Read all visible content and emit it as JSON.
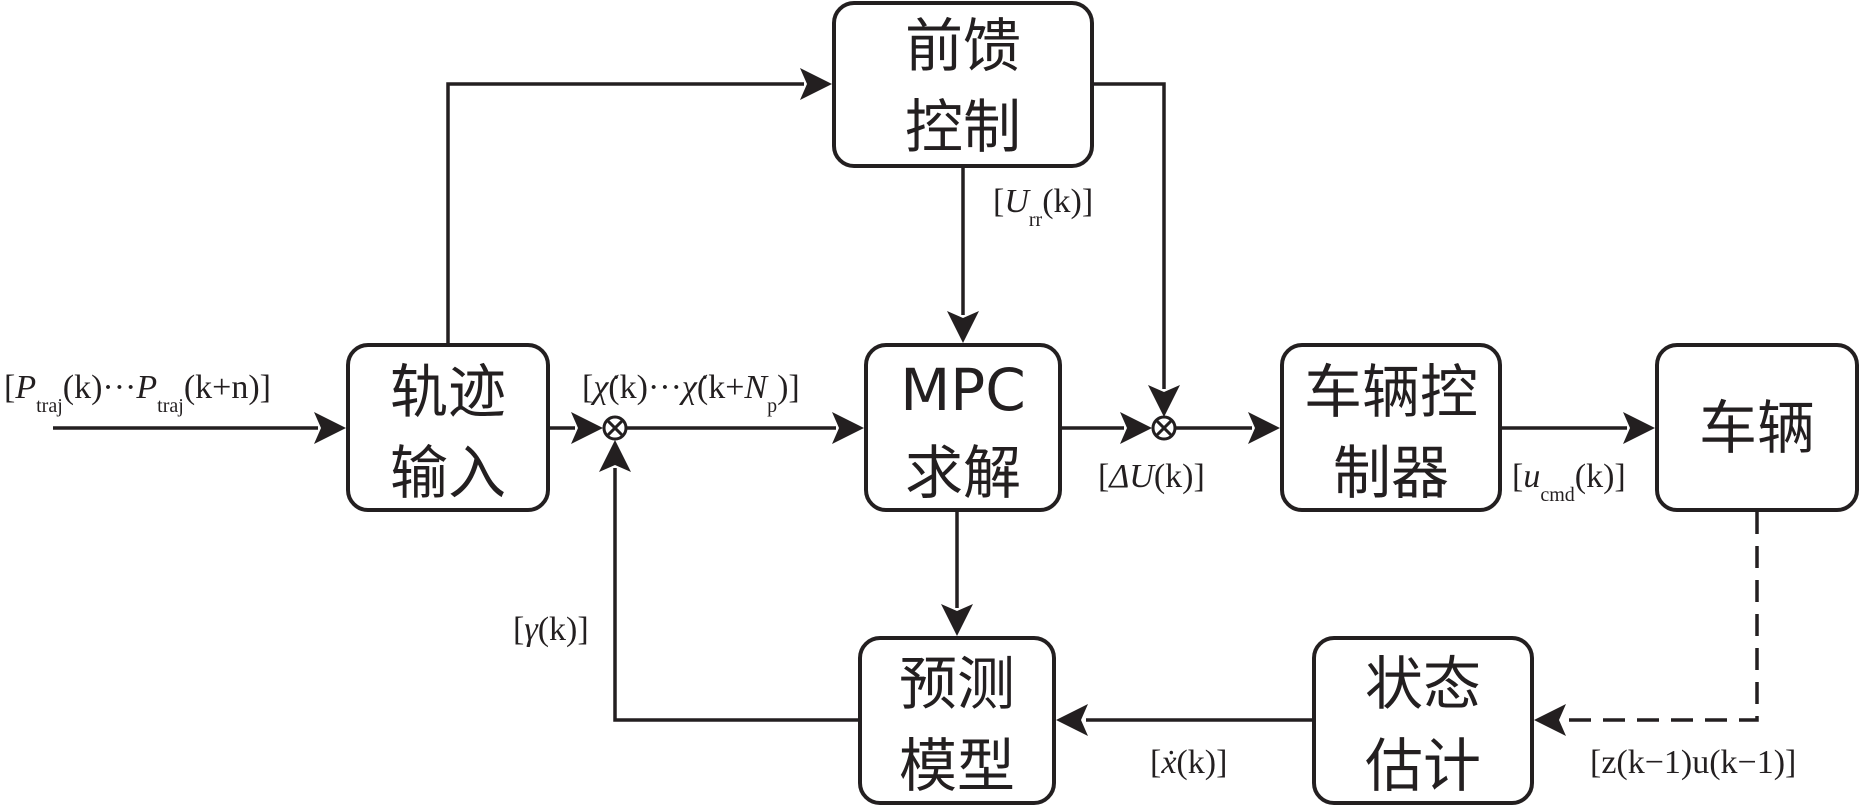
{
  "blocks": {
    "feedforward": {
      "line1": "前馈",
      "line2": "控制"
    },
    "trajectory": {
      "line1": "轨迹",
      "line2": "输入"
    },
    "mpc": {
      "line1": "MPC",
      "line2": "求解"
    },
    "vehicle_controller": {
      "line1": "车辆控",
      "line2": "制器"
    },
    "vehicle": {
      "line1": "车辆"
    },
    "prediction": {
      "line1": "预测",
      "line2": "模型"
    },
    "state_estimation": {
      "line1": "状态",
      "line2": "估计"
    }
  },
  "signals": {
    "input": {
      "open": "[",
      "var": "P",
      "sub": "traj",
      "mid": "(k)···",
      "var2": "P",
      "sub2": "traj",
      "end": "(k+n)]"
    },
    "reference": {
      "open": "[",
      "var": "χ̇",
      "mid": "(k)···",
      "var2": "χ̇",
      "mid2": "(k+",
      "var3": "N",
      "sub": "p",
      "end": ")]"
    },
    "feedforward_out": {
      "open": "[",
      "var": "U",
      "sub": "rr",
      "end": "(k)]"
    },
    "mpc_out": {
      "open": "[",
      "var": "ΔU",
      "end": "(k)]"
    },
    "command": {
      "open": "[",
      "var": "u",
      "sub": "cmd",
      "end": "(k)]"
    },
    "prediction_out": {
      "open": "[",
      "var": "γ",
      "end": "(k)]"
    },
    "state": {
      "open": "[",
      "var": "ẋ",
      "end": "(k)]"
    },
    "measurement": {
      "text": "[z(k−1)u(k−1)]"
    }
  }
}
